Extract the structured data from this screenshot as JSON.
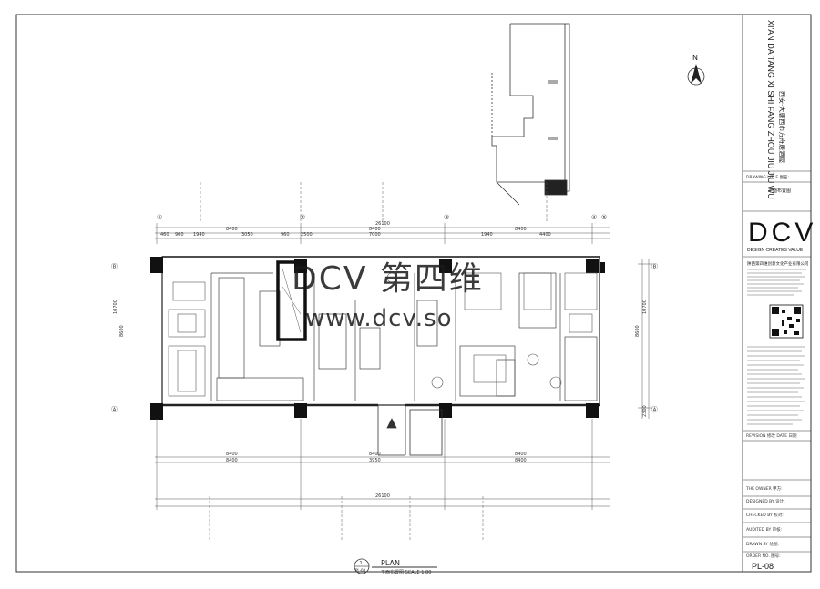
{
  "project": {
    "title_en": "XI'AN DA TANG XI SHI FANG ZHOU JIU JIU WU",
    "title_cn": "西安·大唐西市方舟居酒屋"
  },
  "north_label": "N",
  "drawing_title": {
    "label": "DRAWING LITLE 图名:",
    "value": "平面布置图"
  },
  "brand": {
    "logo": "DCV",
    "tagline": "DESIGN CREATES VALUE",
    "company": "陕西第四维创意文化产业有限公司"
  },
  "revision_label": "REVISION 修改     DATE 日期",
  "fields": [
    {
      "label": "THE OWNER 甲方:"
    },
    {
      "label": "DESIGNED BY 设计:"
    },
    {
      "label": "CHECKED BY 校对:"
    },
    {
      "label": "AUDITED BY 审核:"
    },
    {
      "label": "DRAWN BY 绘图:"
    },
    {
      "label": "ORDER NO. 图号:"
    }
  ],
  "sheet_no": "PL-08",
  "plan_caption": {
    "title": "PLAN",
    "sub": "平面布置图   SCALE 1:80",
    "tag_top": "1",
    "tag_bottom": "PL-08"
  },
  "watermark": {
    "line1": "DCV 第四维",
    "line2": "www.dcv.so"
  },
  "grid_labels": {
    "top": [
      "①",
      "②",
      "③",
      "④",
      "⑤"
    ],
    "side": [
      "Ⓑ",
      "Ⓐ"
    ]
  },
  "dimensions": {
    "overall": "26100",
    "top_spans": [
      "8400",
      "8400",
      "8400"
    ],
    "top_sub": [
      "460",
      "900",
      "1940",
      "3050",
      "960",
      "2500",
      "7000",
      "1940",
      "4400"
    ],
    "bottom_spans": [
      "8400",
      "8400",
      "8400"
    ],
    "bottom_sub": [
      "8400",
      "3950",
      "8400"
    ],
    "bottom_mid": "26100",
    "right_vertical": [
      "8600",
      "10700",
      "2300"
    ]
  }
}
